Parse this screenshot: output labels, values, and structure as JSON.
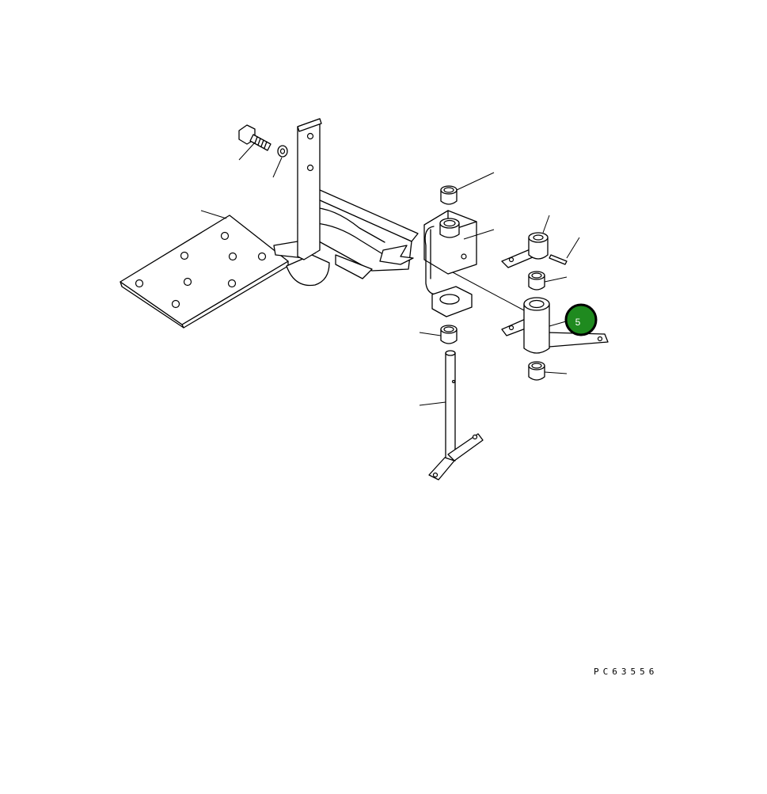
{
  "drawing_code": "PC63556",
  "callout": {
    "label": "5",
    "fill": "#1f8a1f",
    "ring": "#000000",
    "text_color": "#ffffff"
  },
  "icons": [
    "bolt",
    "washer",
    "floor-plate",
    "pedal-bracket",
    "bushing",
    "pivot-bracket",
    "lever",
    "pin",
    "lever-arm",
    "rod"
  ]
}
